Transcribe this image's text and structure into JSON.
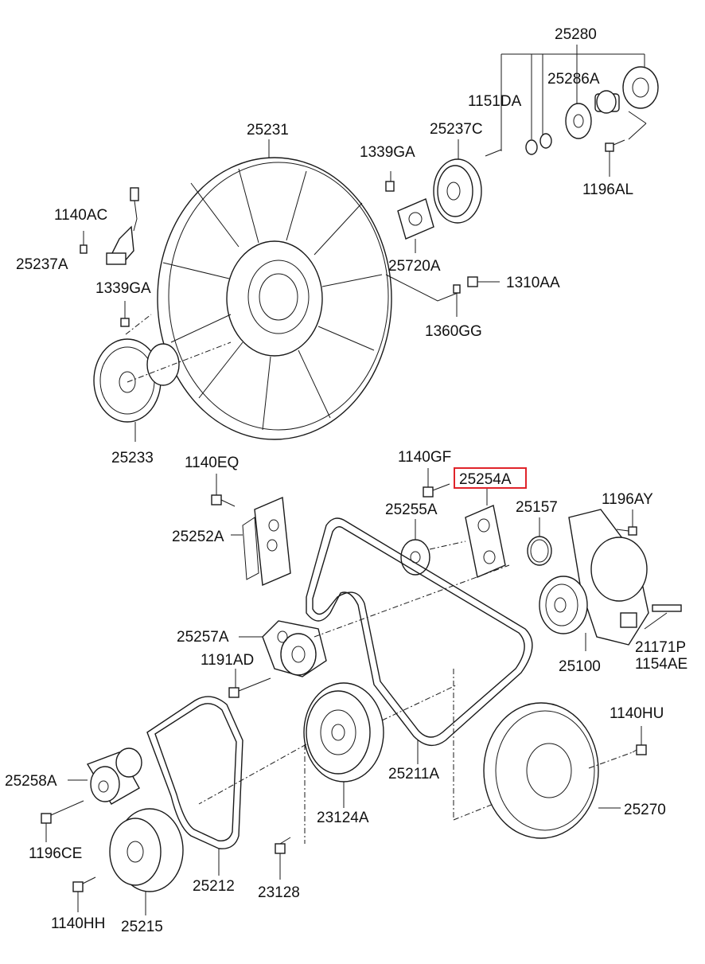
{
  "highlight_label": "25254A",
  "labels": {
    "p25280": "25280",
    "p25286A": "25286A",
    "p1151DA": "1151DA",
    "p25237C": "25237C",
    "p25231": "25231",
    "p1339GA_top": "1339GA",
    "p1196AL": "1196AL",
    "p1140AC": "1140AC",
    "p25237A": "25237A",
    "p25720A": "25720A",
    "p1339GA_left": "1339GA",
    "p1310AA": "1310AA",
    "p1360GG": "1360GG",
    "p25233": "25233",
    "p1140EQ": "1140EQ",
    "p1140GF": "1140GF",
    "p25254A": "25254A",
    "p25255A": "25255A",
    "p25157": "25157",
    "p1196AY": "1196AY",
    "p25252A": "25252A",
    "p25257A": "25257A",
    "p21171P": "21171P",
    "p1154AE": "1154AE",
    "p1191AD": "1191AD",
    "p25100": "25100",
    "p1140HU": "1140HU",
    "p25258A": "25258A",
    "p25211A": "25211A",
    "p25270": "25270",
    "p1196CE": "1196CE",
    "p23124A": "23124A",
    "p25212": "25212",
    "p23128": "23128",
    "p1140HH": "1140HH",
    "p25215": "25215"
  }
}
